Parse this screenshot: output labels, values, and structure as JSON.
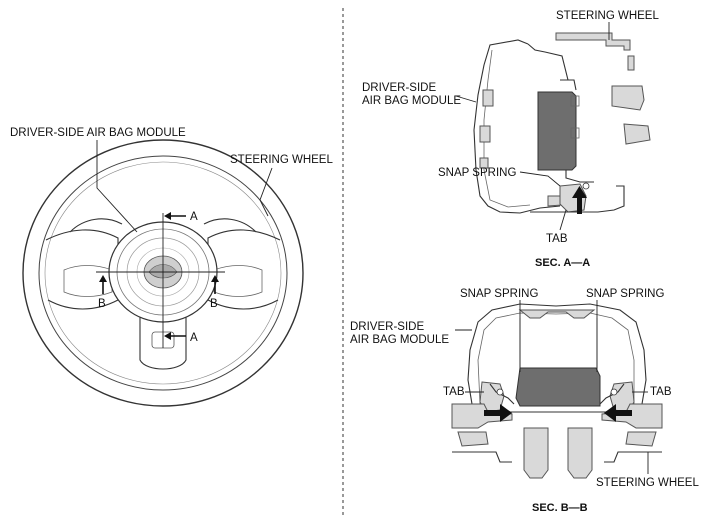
{
  "labels": {
    "left_airbag": "DRIVER-SIDE AIR BAG MODULE",
    "left_wheel": "STEERING WHEEL",
    "sec_a_top": "A",
    "sec_a_bottom": "A",
    "sec_b_left": "B",
    "sec_b_right": "B",
    "a_wheel": "STEERING WHEEL",
    "a_airbag_line1": "DRIVER-SIDE",
    "a_airbag_line2": "AIR BAG MODULE",
    "a_snap": "SNAP SPRING",
    "a_tab": "TAB",
    "a_caption": "SEC. A—A",
    "b_snap_left": "SNAP SPRING",
    "b_snap_right": "SNAP SPRING",
    "b_airbag_line1": "DRIVER-SIDE",
    "b_airbag_line2": "AIR BAG MODULE",
    "b_tab_left": "TAB",
    "b_tab_right": "TAB",
    "b_wheel": "STEERING WHEEL",
    "b_caption": "SEC. B—B"
  }
}
